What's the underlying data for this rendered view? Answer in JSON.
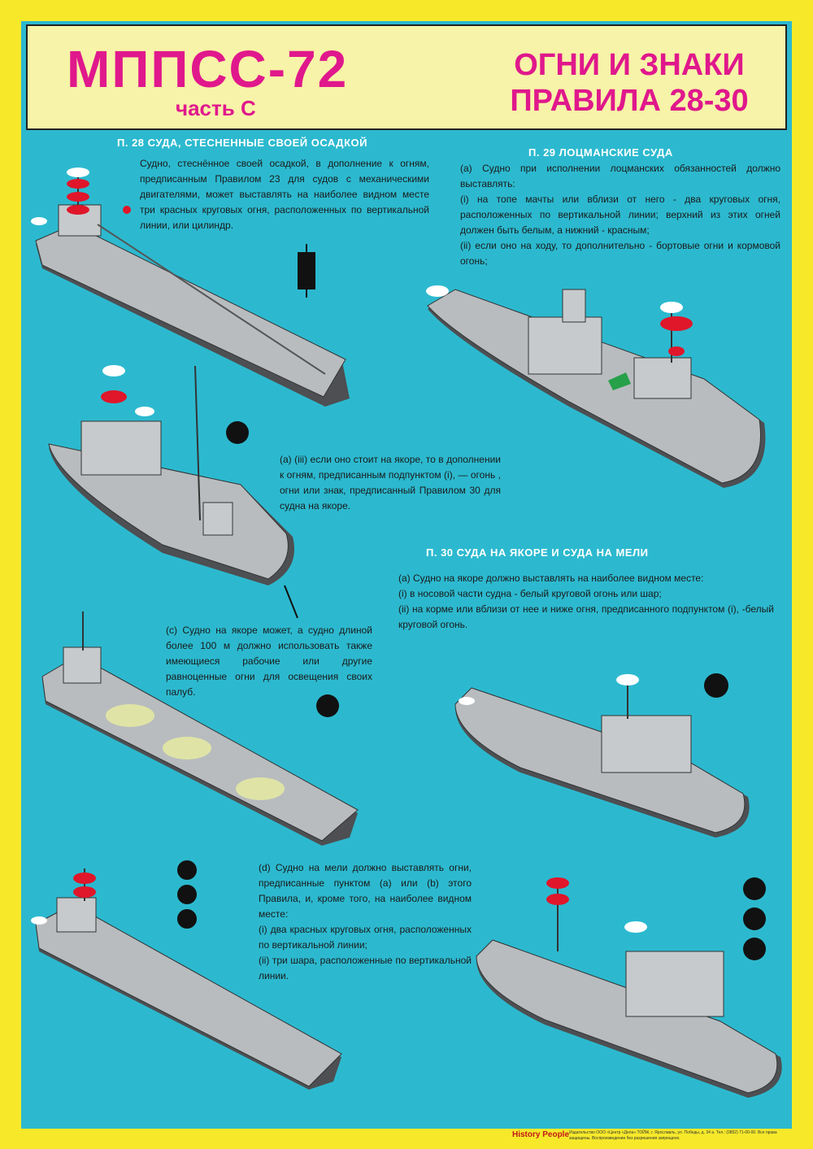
{
  "header": {
    "title": "МППСС-72",
    "subtitle": "часть С",
    "right_line1": "ОГНИ И ЗНАКИ",
    "right_line2": "ПРАВИЛА 28-30"
  },
  "sections": {
    "p28": {
      "heading": "П. 28  СУДА, СТЕСНЕННЫЕ СВОЕЙ ОСАДКОЙ",
      "text": "Судно, стеснённое своей осадкой, в дополнение к огням, предписанным Правилом 23 для судов с механическими двигателями, может выставлять на наиболее видном месте три красных круговых огня, расположенных по вертикальной линии, или цилиндр."
    },
    "p29": {
      "heading": "П. 29  ЛОЦМАНСКИЕ СУДА",
      "a": "(а) Судно при исполнении лоцманских обязанностей должно выставлять:",
      "i": "(i) на топе мачты или вблизи от него - два круговых огня, расположенных по вертикальной линии; верхний из этих огней должен быть белым, а нижний - красным;",
      "ii": "(ii) если оно на ходу, то дополнительно - бортовые огни и кормовой огонь;"
    },
    "p29_anchor": {
      "text": "(а) (iii) если оно стоит на якоре, то в дополнении к огням, предписанным подпунктом (i), — огонь , огни или знак, предписанный Правилом 30 для судна на якоре."
    },
    "p30": {
      "heading": "П. 30 СУДА НА ЯКОРЕ И СУДА НА МЕЛИ",
      "a": "(а) Судно на якоре должно выставлять на наиболее видном месте:",
      "i": "(i) в носовой части судна - белый круговой огонь или шар;",
      "ii": "(ii) на корме или вблизи от нее и ниже огня, предписанного подпунктом (i), -белый круговой огонь."
    },
    "p30_c": {
      "text": "(с) Судно на якоре может, а судно длиной более 100 м должно использовать также имеющиеся рабочие или другие равноценные огни для освещения своих палуб."
    },
    "p30_d": {
      "intro": "(d) Судно на мели должно выставлять огни, предписанные пунктом (а) или (b) этого Правила, и, кроме того, на наиболее видном месте:",
      "i": "(i) два красных круговых огня, расположенных по вертикальной линии;",
      "ii": "(ii) три шара, расположенные по вертикальной линии."
    }
  },
  "footer": {
    "logo": "History People",
    "text": "Издательство ООО «Центр «Дела» ТОЙЖ, г. Ярославль, ул. Победы, д. 34 а. Тел.: (0852) 71-00-00. Все права защищены. Воспроизведение без разрешения запрещено."
  },
  "colors": {
    "frame": "#f7e92a",
    "sea": "#2cb9cf",
    "header_bg": "#f7f3a8",
    "title": "#e0188c",
    "hull": "#4d4f52",
    "deck": "#b8bcbf",
    "red_light": "#e0162a",
    "white_light": "#ffffff",
    "deck_light": "#e9eea0"
  }
}
